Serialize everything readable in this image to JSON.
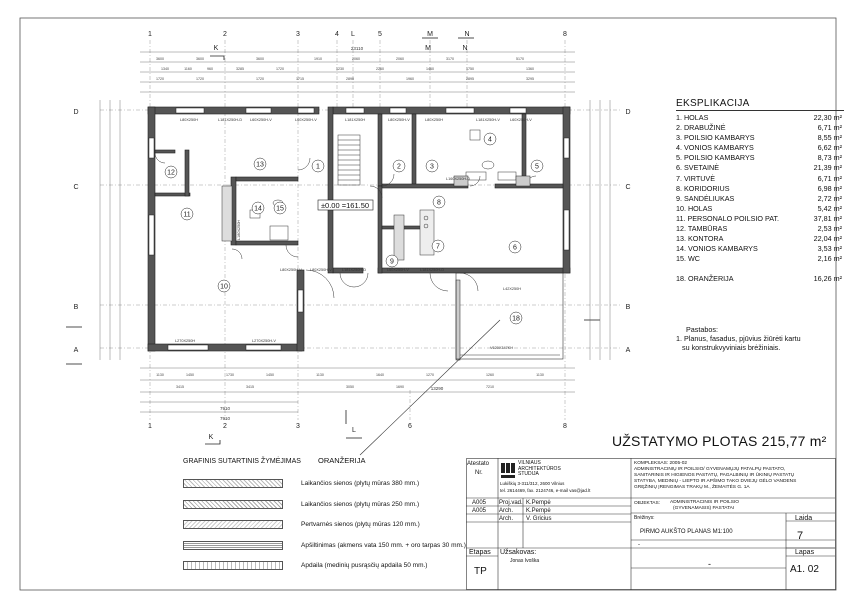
{
  "plan": {
    "axes_top": [
      "1",
      "2",
      "3",
      "4",
      "L",
      "5",
      "M",
      "N",
      "8"
    ],
    "axes_bottom": [
      "1",
      "2",
      "3",
      "6",
      "8"
    ],
    "axes_side": [
      "D",
      "C",
      "B",
      "A"
    ],
    "section_marks": [
      "K",
      "K",
      "M",
      "N",
      "L"
    ],
    "level_label": "±0.00 =161.50",
    "overall_dim": "23110",
    "bottom_dim_1": "7910",
    "bottom_dim_2": "13290",
    "room_numbers": [
      "1",
      "2",
      "3",
      "4",
      "5",
      "6",
      "7",
      "8",
      "9",
      "10",
      "11",
      "12",
      "13",
      "14",
      "15",
      "18"
    ],
    "opening_labels": [
      "L80X250H",
      "L181X250H-D",
      "L60X250H-V",
      "L60X250H-V",
      "L181X250H",
      "L80X250H-V",
      "L80X250H",
      "L181X250H-V",
      "L60X250H-V",
      "L181X250H-D",
      "L80X250H-V",
      "L181X250H-D",
      "L60X250H-V",
      "L42X250H",
      "L270X250H",
      "L270X250H-V",
      "L80X250H-V",
      "V620X347KH",
      "L160X250H-D",
      "L180X250H",
      "L180X250H"
    ],
    "oranzerija_label": "ORANŽERIJA"
  },
  "explication": {
    "title": "EKSPLIKACIJA",
    "rooms": [
      {
        "name": "1. HOLAS",
        "area": "22,30 m²"
      },
      {
        "name": "2. DRABUŽINĖ",
        "area": "6,71 m²"
      },
      {
        "name": "3. POILSIO KAMBARYS",
        "area": "8,55 m²"
      },
      {
        "name": "4. VONIOS KAMBARYS",
        "area": "6,62 m²"
      },
      {
        "name": "5. POILSIO KAMBARYS",
        "area": "8,73 m²"
      },
      {
        "name": "6. SVETAINĖ",
        "area": "21,39 m²"
      },
      {
        "name": "7. VIRTUVĖ",
        "area": "6,71 m²"
      },
      {
        "name": "8. KORIDORIUS",
        "area": "6,98 m²"
      },
      {
        "name": "9. SANDĖLIUKAS",
        "area": "2,72 m²"
      },
      {
        "name": "10. HOLAS",
        "area": "5,42 m²"
      },
      {
        "name": "11. PERSONALO POILSIO PAT.",
        "area": "37,81 m²"
      },
      {
        "name": "12. TAMBŪRAS",
        "area": "2,53 m²"
      },
      {
        "name": "13. KONTORA",
        "area": "22,04 m²"
      },
      {
        "name": "14. VONIOS KAMBARYS",
        "area": "3,53 m²"
      },
      {
        "name": "15. WC",
        "area": "2,16 m²"
      }
    ],
    "extra": {
      "name": "18. ORANŽERIJA",
      "area": "16,26 m²"
    }
  },
  "notes": {
    "title": "Pastabos:",
    "line1": "1. Planus, fasadus, pjūvius žiūrėti kartu",
    "line2": "su konstrukvyviniais brėžiniais."
  },
  "area_title": "UŽSTATYMO PLOTAS 215,77 m²",
  "legend": {
    "title": "GRAFINIS SUTARTINIS ŽYMĖJIMAS",
    "items": [
      "Laikančios sienos (plytų mūras 380 mm.)",
      "Laikančios sienos (plytų mūras 250 mm.)",
      "Pertvarnės sienos (plytų mūras 120 mm.)",
      "Apšiltinimas (akmens vata 150 mm. + oro tarpas 30 mm.)",
      "Apdaila (medinių pusrąsčių apdaila 50 mm.)"
    ]
  },
  "title_block": {
    "atestato_label": "Atestato",
    "nr_label": "Nr.",
    "studio_name": "VILNIAUS ARCHITEKTŪROS STUDIJA",
    "address1": "Lukiškių 3-311/312, 2600 Vilnius",
    "address2": "tel. 2614469, fax. 2124746, e-mail vas@jad.lt",
    "rows": [
      {
        "att": "A005",
        "role": "Proj.vad.",
        "name": "K.Pempė"
      },
      {
        "att": "A005",
        "role": "Arch.",
        "name": "K.Pempė"
      },
      {
        "att": "",
        "role": "Arch.",
        "name": "V. Gricius"
      }
    ],
    "etapas_label": "Etapas",
    "etapas_value": "TP",
    "uzsakovas_label": "Užsakovas:",
    "uzsakovas_value": "Jonas Ivoška",
    "kompleksas_label": "KOMPLEKSAS: 2005-02",
    "kompleksas_text": [
      "ADMINISTRACINIŲ IR POILSIO/ GYVENAMŲJŲ PATALPŲ PASTATO,",
      "SANITARINIS IR HIGIENOS PASTATŲ, PAGALBINIŲ IR ŪKINIŲ PASTATŲ",
      "STATYBA, MEDINIŲ - LIEPTO IR APŠIMO TAKO DVIEJŲ GĖLO VANDENS",
      "GRĘŽINIŲ ĮRENGIMAS   TRAKŲ M., ŽEMAITĖS G. 1A"
    ],
    "objektas_label": "OBJEKTAS:",
    "objektas_text": [
      "ADMINISTRACINIS IR POILSIO",
      "(GYVENAMASIS) PASTATAI"
    ],
    "breziniys_label": "Brėžinys:",
    "breziniys_value": "PIRMO AUKŠTO PLANAS  M1:100",
    "dash": "-",
    "dash2": "-",
    "laida_label": "Laida",
    "laida_value": "7",
    "lapas_label": "Lapas",
    "lapas_value": "A1. 02"
  }
}
